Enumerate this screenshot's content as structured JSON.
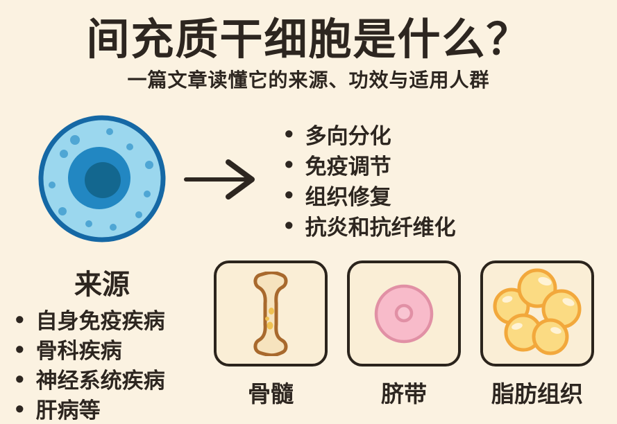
{
  "title": "间充质干细胞是什么？",
  "subtitle": "一篇文章读懂它的来源、功效与适用人群",
  "cell": {
    "label": "来源"
  },
  "benefits": {
    "items": [
      "多向分化",
      "免疫调节",
      "组织修复",
      "抗炎和抗纤维化"
    ]
  },
  "applicable_diseases": {
    "items": [
      "自身免疫疾病",
      "骨科疾病",
      "神经系统疾病",
      "肝病等"
    ]
  },
  "sources": {
    "cards": [
      {
        "label": "骨髓",
        "icon": "bone-marrow-icon"
      },
      {
        "label": "脐带",
        "icon": "umbilical-cord-icon"
      },
      {
        "label": "脂肪组织",
        "icon": "adipose-tissue-icon"
      }
    ]
  },
  "colors": {
    "background": "#FBF2E1",
    "ink": "#2D2620",
    "cell_outline": "#1568A5",
    "cell_fill": "#9BD7EE",
    "cell_dot": "#4FA6D4",
    "nucleus": "#2287C2",
    "nucleolus": "#13678F",
    "card_fill": "#FAEED6",
    "card_border": "#2B241C",
    "bone_outline": "#A8692D",
    "bone_fill": "#F6E3BE",
    "marrow_dot": "#EFC152",
    "cord_fill": "#F8BBCA",
    "cord_outline": "#E190A5",
    "fat_fill": "#FBDB83",
    "fat_outline": "#F2A83C",
    "fat_highlight": "#FFF3D6"
  }
}
